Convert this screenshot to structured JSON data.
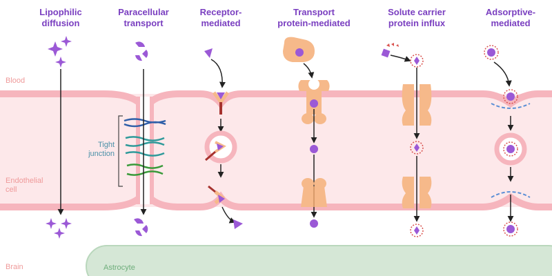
{
  "headers": [
    {
      "id": "lipophilic",
      "line1": "Lipophilic",
      "line2": "diffusion"
    },
    {
      "id": "paracellular",
      "line1": "Paracellular",
      "line2": "transport"
    },
    {
      "id": "receptor",
      "line1": "Receptor-",
      "line2": "mediated"
    },
    {
      "id": "transport-protein",
      "line1": "Transport",
      "line2": "protein-mediated"
    },
    {
      "id": "solute-carrier",
      "line1": "Solute carrier",
      "line2": "protein influx"
    },
    {
      "id": "adsorptive",
      "line1": "Adsorptive-",
      "line2": "mediated"
    }
  ],
  "labels": {
    "blood": "Blood",
    "endothelial_line1": "Endothelial",
    "endothelial_line2": "cell",
    "brain": "Brain",
    "astrocyte": "Astrocyte",
    "tight_line1": "Tight",
    "tight_line2": "junction"
  },
  "colors": {
    "header": "#7a3fc0",
    "membrane_fill": "#fde8ea",
    "membrane_stroke": "#f6b5bd",
    "molecule": "#9b59d6",
    "transporter": "#f6b98a",
    "receptor_red": "#a6322e",
    "charge_red": "#d9534f",
    "charge_blue": "#5b8fd6",
    "astrocyte": "#d5e7d6",
    "junction_blue": "#2f5fa8",
    "junction_teal": "#2f9a9a",
    "junction_green": "#3a9a3a"
  }
}
